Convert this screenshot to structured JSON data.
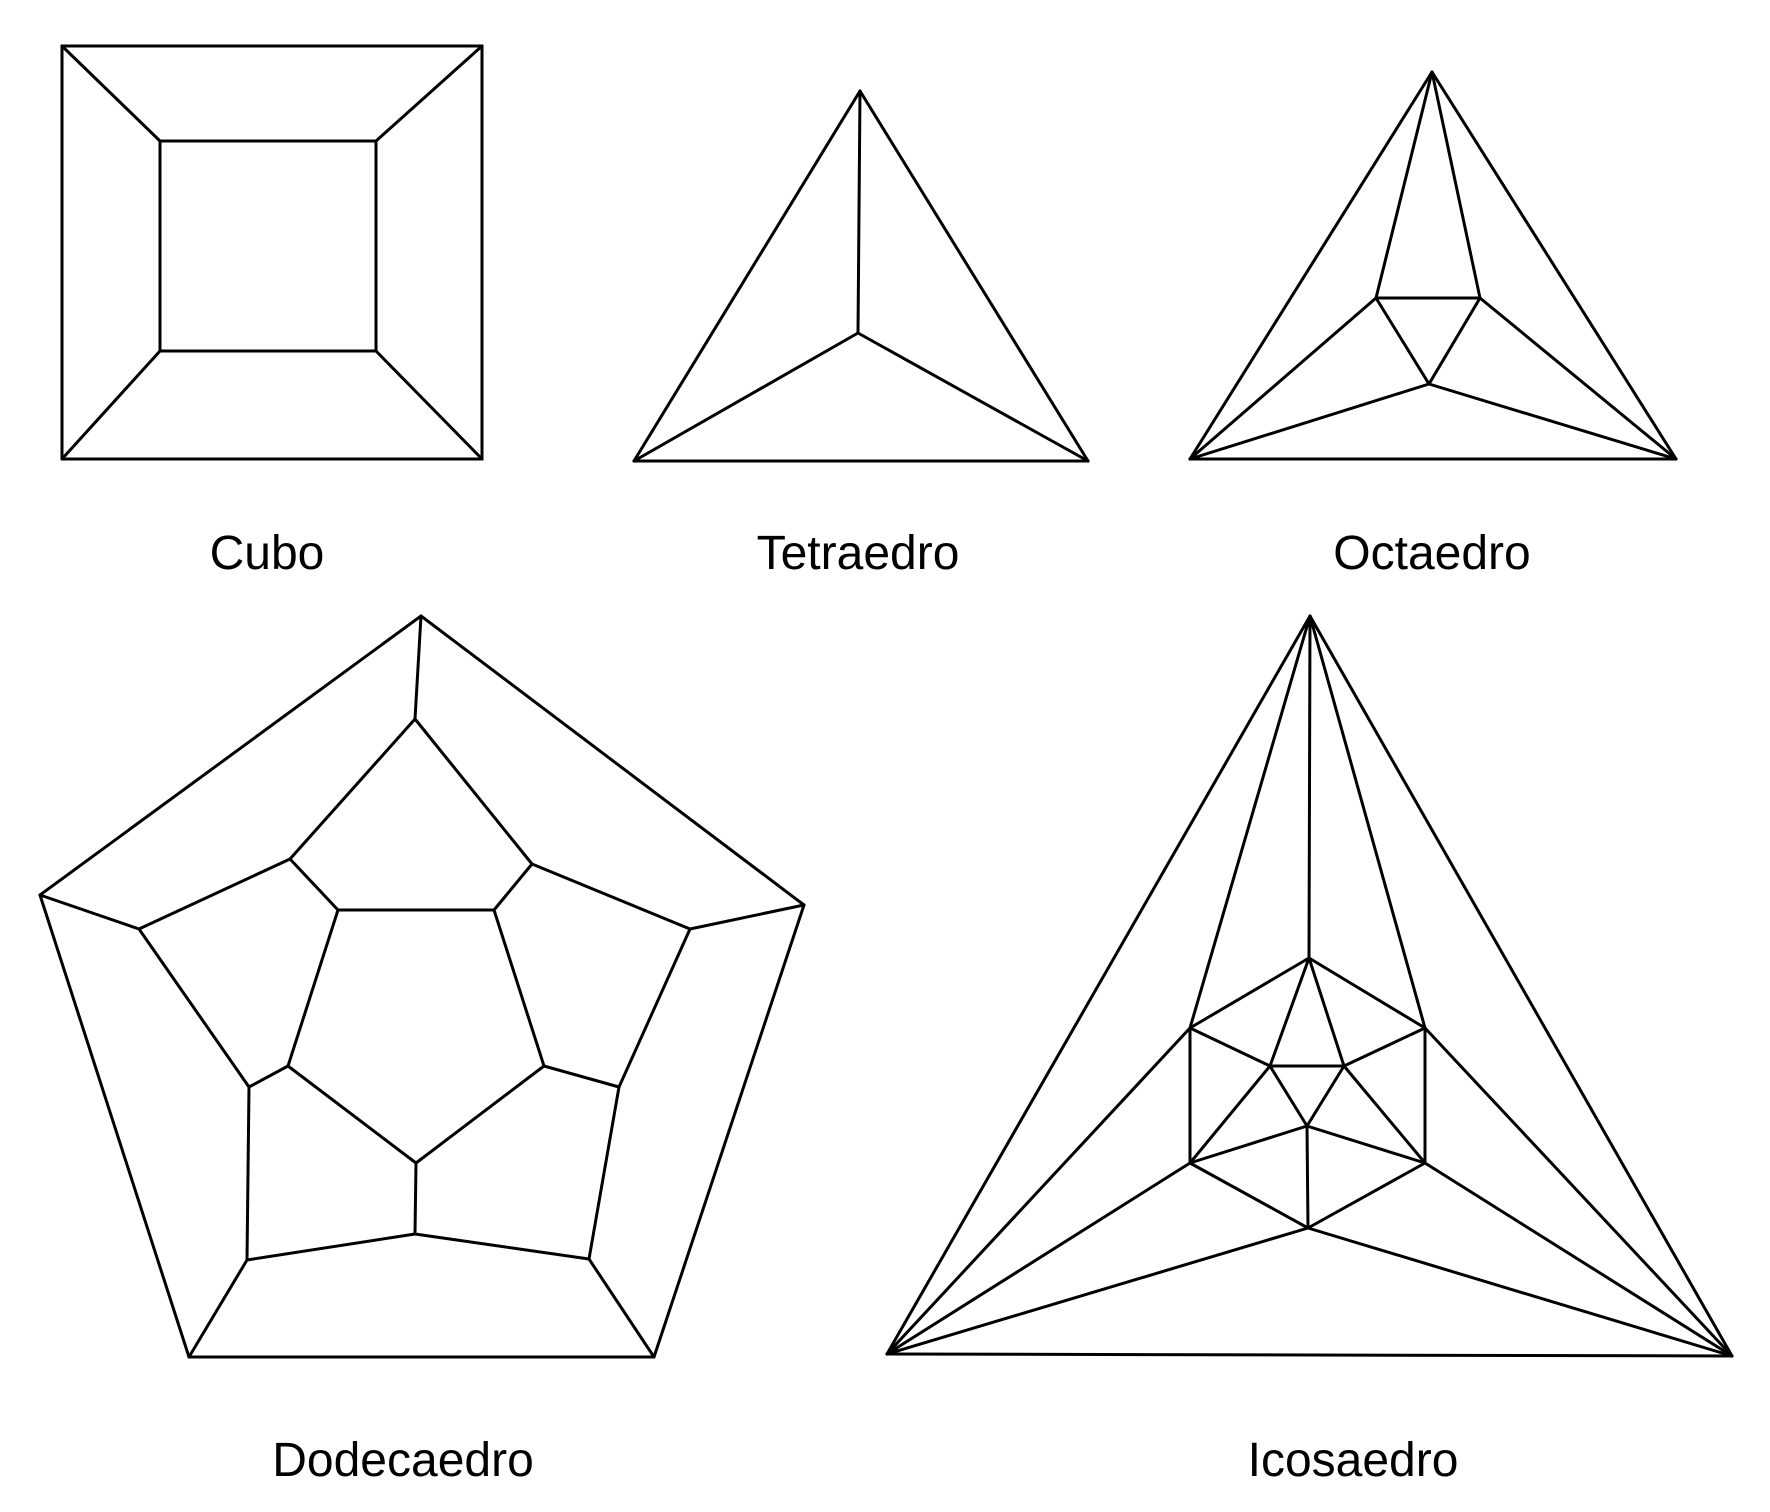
{
  "colors": {
    "line": "#000000",
    "background": "#ffffff"
  },
  "figures": [
    {
      "id": "cubo",
      "label": "Cubo"
    },
    {
      "id": "tetraedro",
      "label": "Tetraedro"
    },
    {
      "id": "octaedro",
      "label": "Octaedro"
    },
    {
      "id": "dodecaedro",
      "label": "Dodecaedro"
    },
    {
      "id": "icosaedro",
      "label": "Icosaedro"
    }
  ]
}
